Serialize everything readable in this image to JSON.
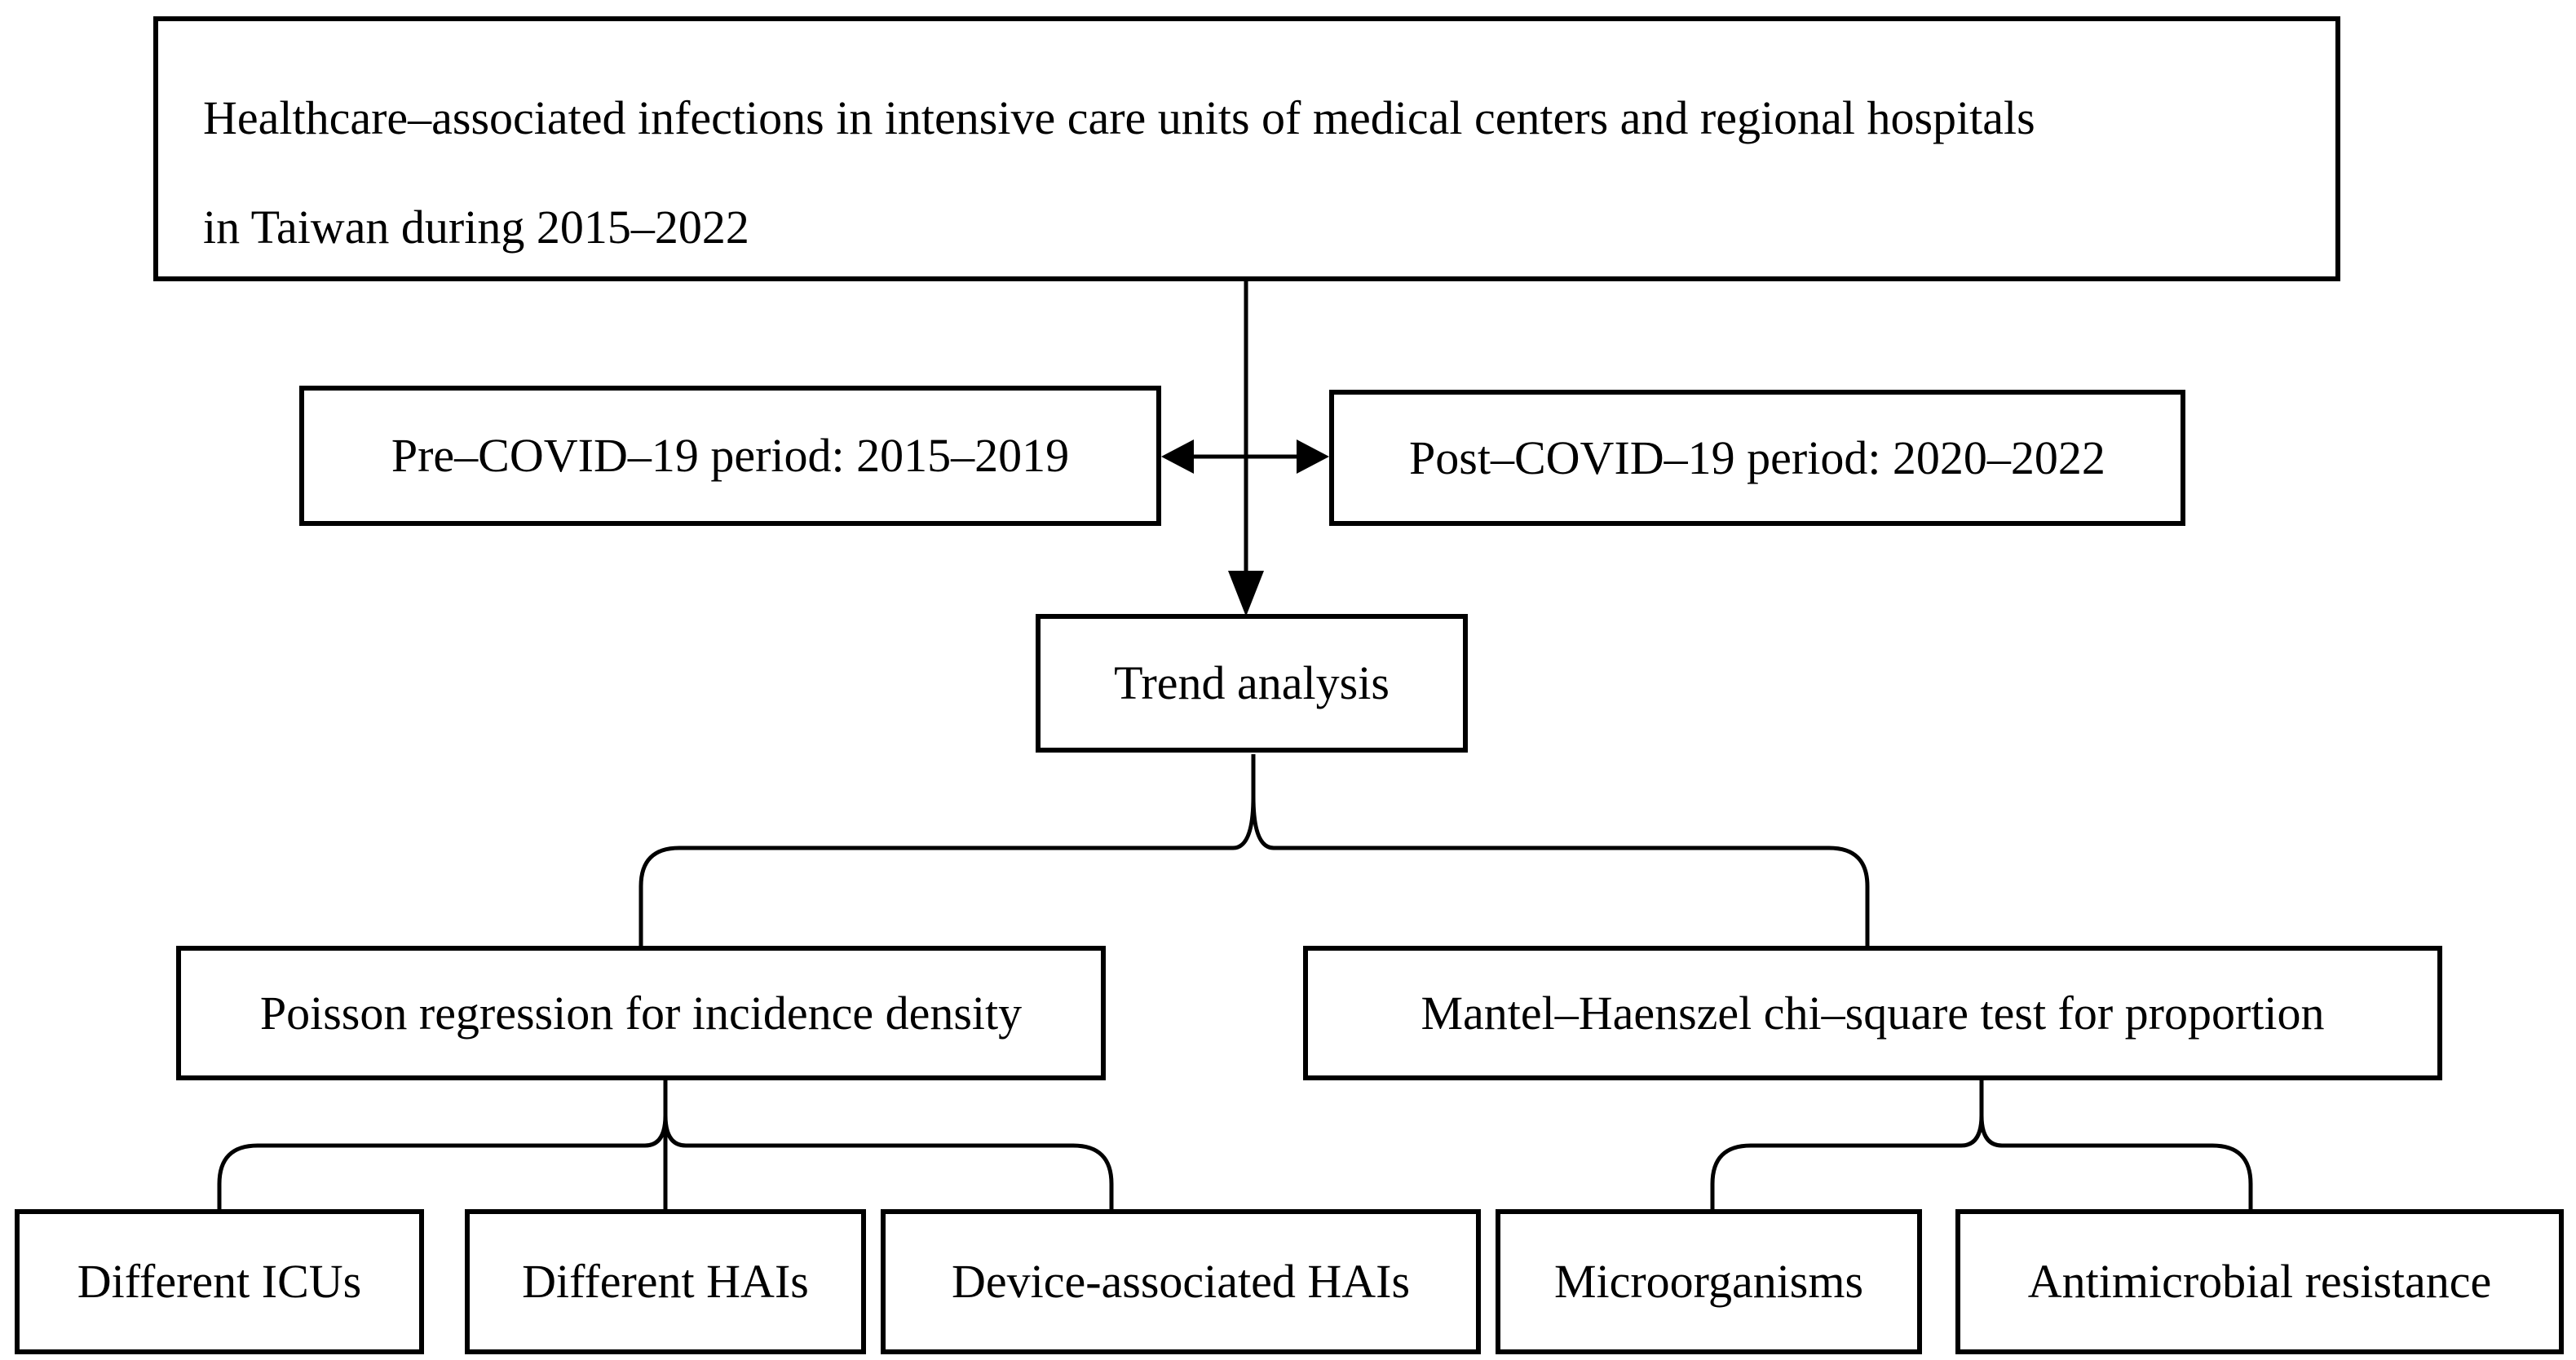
{
  "title_box": {
    "line1": "Healthcare–associated infections in intensive care units of medical centers and regional hospitals",
    "line2": "in Taiwan during 2015–2022"
  },
  "period_boxes": {
    "pre": "Pre–COVID–19 period: 2015–2019",
    "post": "Post–COVID–19 period: 2020–2022"
  },
  "trend_box": {
    "label": "Trend analysis"
  },
  "method_boxes": {
    "poisson": "Poisson regression for incidence density",
    "mantel": "Mantel–Haenszel chi–square test for proportion"
  },
  "outcome_boxes": {
    "icus": "Different ICUs",
    "hais": "Different HAIs",
    "device": "Device-associated HAIs",
    "micro": "Microorganisms",
    "amr": "Antimicrobial resistance"
  },
  "colors": {
    "line": "#000000",
    "background": "#ffffff",
    "box_fill": "#ffffff"
  }
}
